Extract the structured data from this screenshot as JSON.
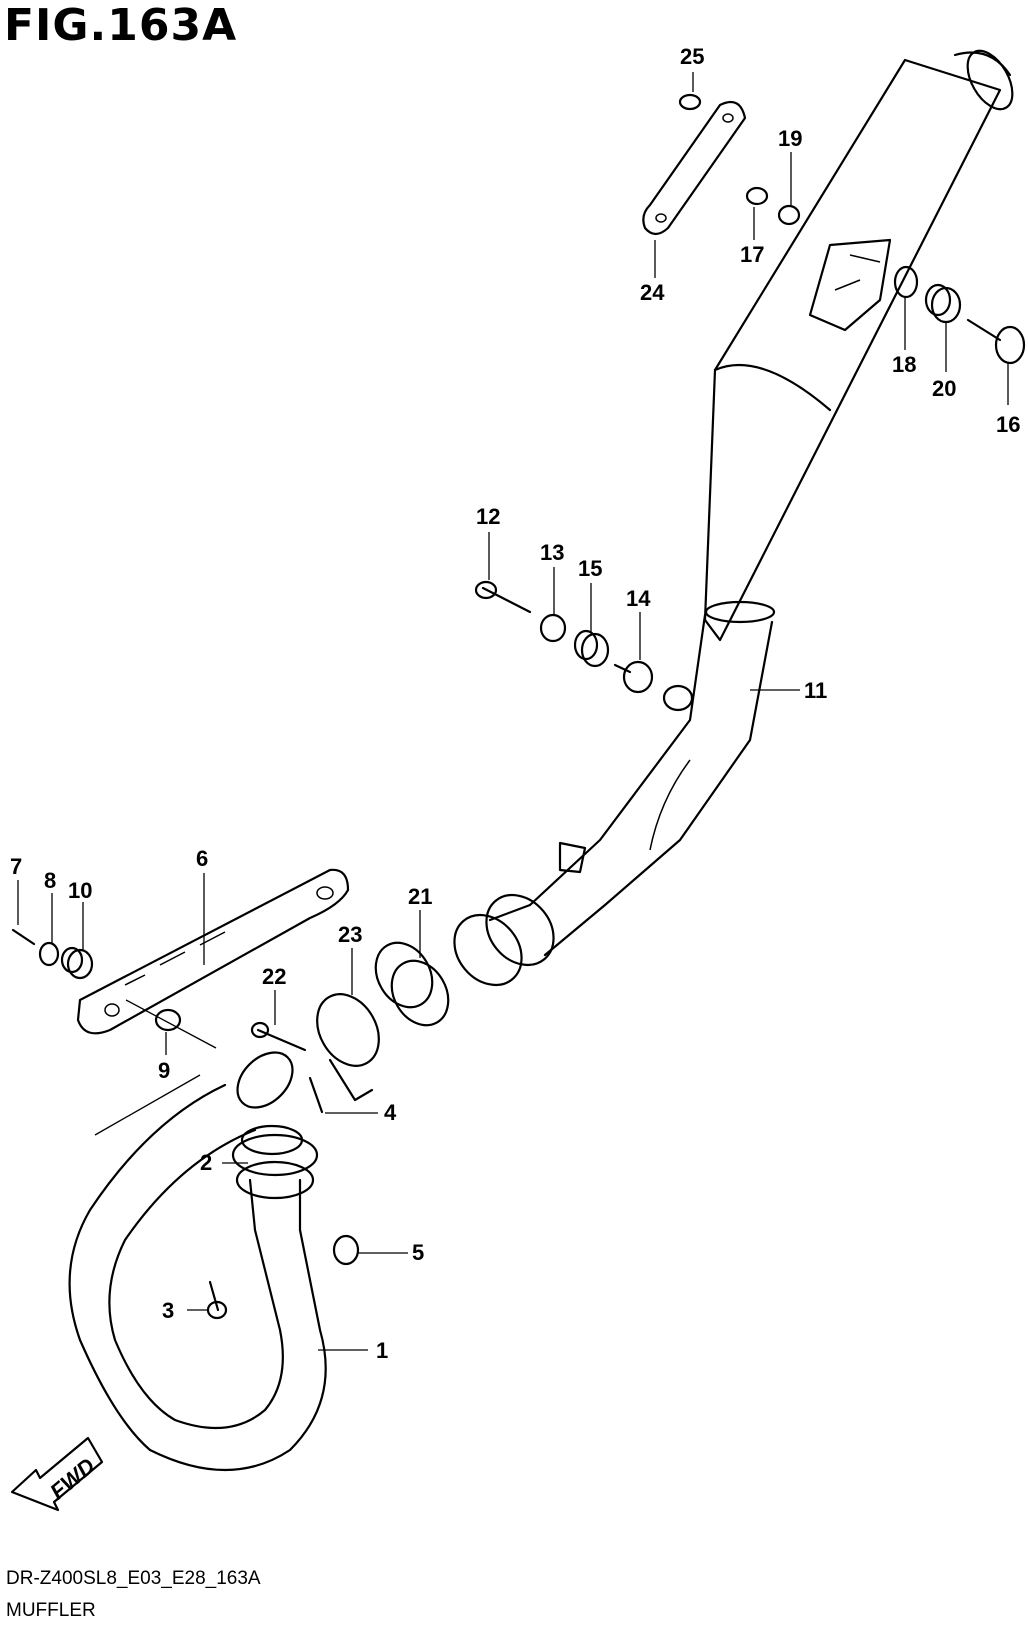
{
  "figure": {
    "title": "FIG.163A",
    "code": "DR-Z400SL8_E03_E28_163A",
    "name": "MUFFLER"
  },
  "direction_arrow": {
    "label": "FWD"
  },
  "callouts": {
    "c1": "1",
    "c2": "2",
    "c3": "3",
    "c4": "4",
    "c5": "5",
    "c6": "6",
    "c7": "7",
    "c8": "8",
    "c9": "9",
    "c10": "10",
    "c11": "11",
    "c12": "12",
    "c13": "13",
    "c14": "14",
    "c15": "15",
    "c16": "16",
    "c17": "17",
    "c18": "18",
    "c19": "19",
    "c20": "20",
    "c21": "21",
    "c22": "22",
    "c23": "23",
    "c24": "24",
    "c25": "25"
  }
}
